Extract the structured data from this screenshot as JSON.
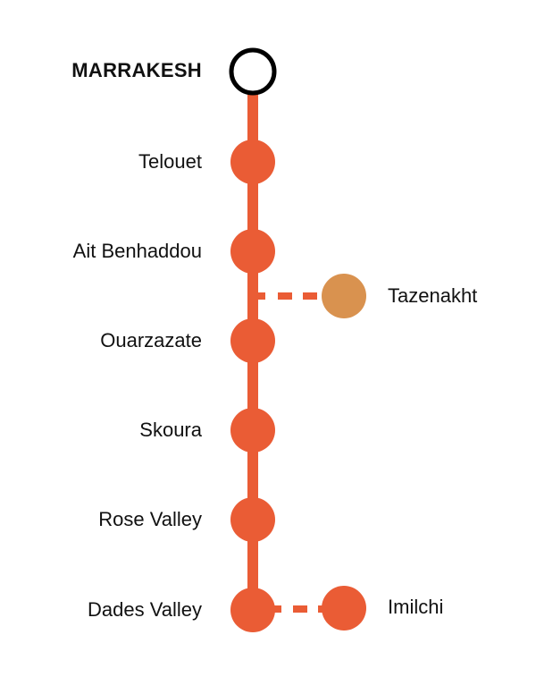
{
  "colors": {
    "line": "#EA5C35",
    "branch_tazenakht": "#D9924F",
    "origin_stroke": "#000000"
  },
  "origin": {
    "name": "MARRAKESH"
  },
  "stations": [
    {
      "name": "Telouet"
    },
    {
      "name": "Ait Benhaddou"
    },
    {
      "name": "Ouarzazate"
    },
    {
      "name": "Skoura"
    },
    {
      "name": "Rose Valley"
    },
    {
      "name": "Dades Valley"
    }
  ],
  "branches": [
    {
      "name": "Tazenakht",
      "after_station": "Ait Benhaddou",
      "color": "#D9924F"
    },
    {
      "name": "Imilchi",
      "from_station": "Dades Valley",
      "color": "#EA5C35"
    }
  ]
}
